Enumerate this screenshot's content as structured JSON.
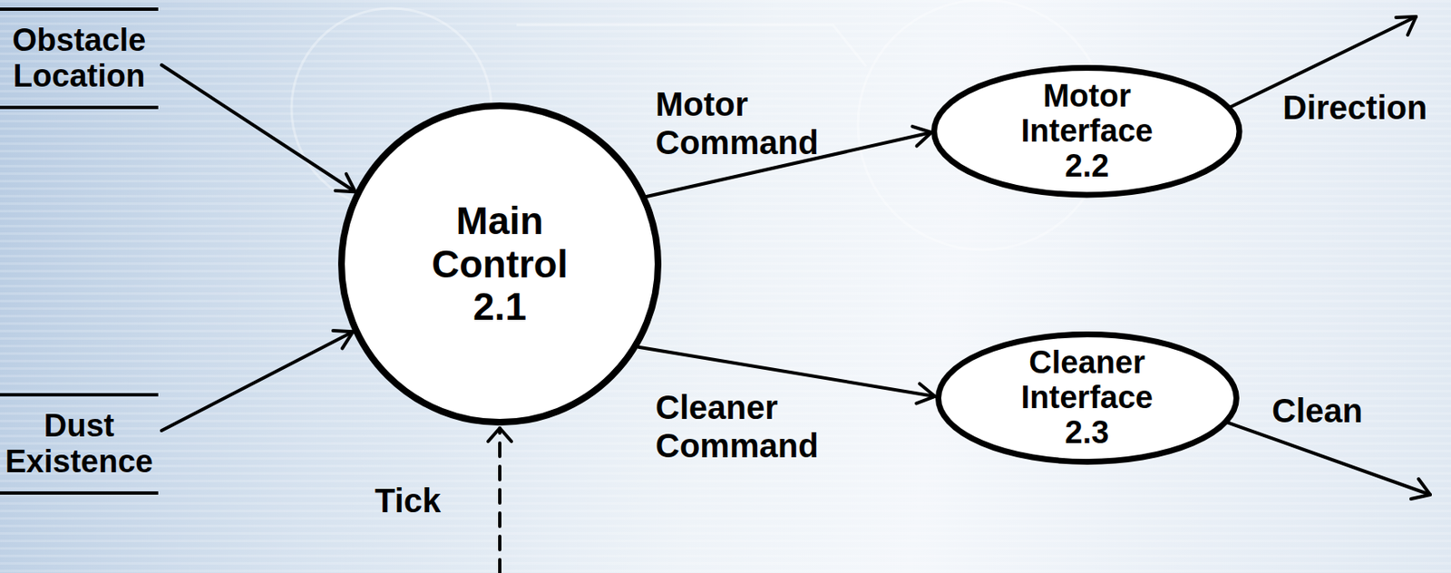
{
  "diagram": {
    "nodes": [
      {
        "text": [
          "Obstacle Location"
        ]
      },
      {
        "text": [
          "Dust Existence"
        ]
      },
      {
        "text": [
          "Main Control",
          "2.1"
        ]
      },
      {
        "text": [
          "Motor Interface",
          "2.2"
        ]
      },
      {
        "text": [
          "Cleaner Interface",
          "2.3"
        ]
      }
    ],
    "edges": [
      {
        "from": 0,
        "to": 2,
        "arrow": "to"
      },
      {
        "from": 1,
        "to": 2,
        "arrow": "to"
      },
      {
        "from": 2,
        "to": 3,
        "label": "Motor Command",
        "arrow": "to"
      },
      {
        "from": 2,
        "to": 4,
        "label": "Cleaner Command",
        "arrow": "to"
      }
    ],
    "labels": [
      "Direction",
      "Clean",
      "Tick"
    ]
  }
}
